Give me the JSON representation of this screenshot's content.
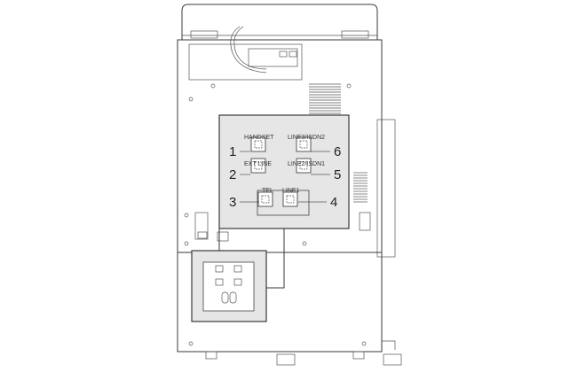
{
  "diagram": {
    "ports": [
      {
        "number": "1",
        "label": "HANDSET"
      },
      {
        "number": "2",
        "label": "EXT LINE"
      },
      {
        "number": "3",
        "label": "TEL"
      },
      {
        "number": "4",
        "label": "LINE1"
      },
      {
        "number": "5",
        "label": "LINE2/ISDN1"
      },
      {
        "number": "6",
        "label": "LINE3/ISDN2"
      }
    ],
    "colors": {
      "panel": "#e6e6e6",
      "line": "#3a3a3a"
    }
  }
}
